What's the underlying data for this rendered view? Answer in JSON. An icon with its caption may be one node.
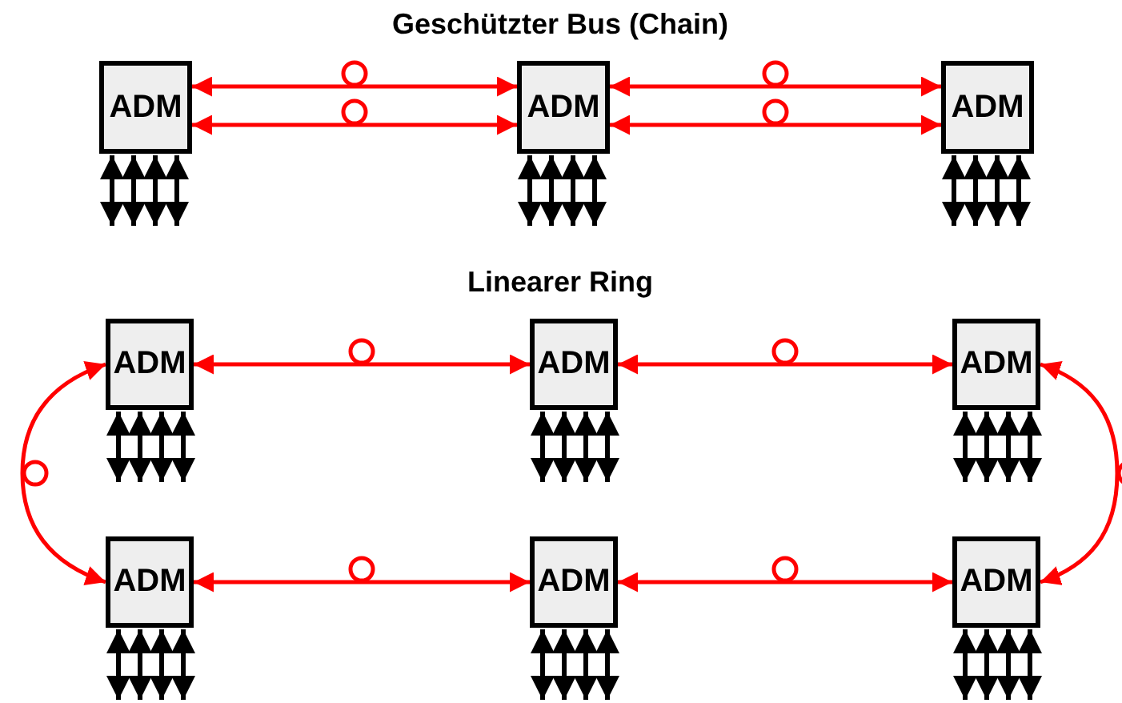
{
  "diagram": {
    "nodes": [
      {
        "text": [
          "ADM"
        ]
      },
      {
        "text": [
          "ADM"
        ]
      },
      {
        "text": [
          "ADM"
        ]
      },
      {
        "text": [
          "ADM"
        ]
      },
      {
        "text": [
          "ADM"
        ]
      },
      {
        "text": [
          "ADM"
        ]
      },
      {
        "text": [
          "ADM"
        ]
      },
      {
        "text": [
          "ADM"
        ]
      },
      {
        "text": [
          "ADM"
        ]
      }
    ],
    "edges": [
      {
        "from": 0,
        "to": 1,
        "arrow": "both",
        "color": "#ff0000"
      },
      {
        "from": 0,
        "to": 1,
        "arrow": "both",
        "color": "#ff0000"
      },
      {
        "from": 1,
        "to": 2,
        "arrow": "both",
        "color": "#ff0000"
      },
      {
        "from": 1,
        "to": 2,
        "arrow": "both",
        "color": "#ff0000"
      },
      {
        "from": 3,
        "to": 4,
        "arrow": "both",
        "color": "#ff0000"
      },
      {
        "from": 4,
        "to": 5,
        "arrow": "both",
        "color": "#ff0000"
      },
      {
        "from": 3,
        "to": 6,
        "arrow": "both",
        "color": "#ff0000"
      },
      {
        "from": 5,
        "to": 8,
        "arrow": "both",
        "color": "#ff0000"
      },
      {
        "from": 6,
        "to": 7,
        "arrow": "both",
        "color": "#ff0000"
      },
      {
        "from": 7,
        "to": 8,
        "arrow": "both",
        "color": "#ff0000"
      },
      {
        "from": 0,
        "to": null,
        "arrow": "both"
      },
      {
        "from": 0,
        "to": null,
        "arrow": "both"
      },
      {
        "from": 0,
        "to": null,
        "arrow": "both"
      },
      {
        "from": 0,
        "to": null,
        "arrow": "both"
      },
      {
        "from": 1,
        "to": null,
        "arrow": "both"
      },
      {
        "from": 1,
        "to": null,
        "arrow": "both"
      },
      {
        "from": 1,
        "to": null,
        "arrow": "both"
      },
      {
        "from": 1,
        "to": null,
        "arrow": "both"
      },
      {
        "from": 2,
        "to": null,
        "arrow": "both"
      },
      {
        "from": 2,
        "to": null,
        "arrow": "both"
      },
      {
        "from": 2,
        "to": null,
        "arrow": "both"
      },
      {
        "from": 2,
        "to": null,
        "arrow": "both"
      },
      {
        "from": 3,
        "to": null,
        "arrow": "both"
      },
      {
        "from": 3,
        "to": null,
        "arrow": "both"
      },
      {
        "from": 3,
        "to": null,
        "arrow": "both"
      },
      {
        "from": 3,
        "to": null,
        "arrow": "both"
      },
      {
        "from": 4,
        "to": null,
        "arrow": "both"
      },
      {
        "from": 4,
        "to": null,
        "arrow": "both"
      },
      {
        "from": 4,
        "to": null,
        "arrow": "both"
      },
      {
        "from": 4,
        "to": null,
        "arrow": "both"
      },
      {
        "from": 5,
        "to": null,
        "arrow": "both"
      },
      {
        "from": 5,
        "to": null,
        "arrow": "both"
      },
      {
        "from": 5,
        "to": null,
        "arrow": "both"
      },
      {
        "from": 5,
        "to": null,
        "arrow": "both"
      },
      {
        "from": 6,
        "to": null,
        "arrow": "both"
      },
      {
        "from": 6,
        "to": null,
        "arrow": "both"
      },
      {
        "from": 6,
        "to": null,
        "arrow": "both"
      },
      {
        "from": 6,
        "to": null,
        "arrow": "both"
      },
      {
        "from": 7,
        "to": null,
        "arrow": "both"
      },
      {
        "from": 7,
        "to": null,
        "arrow": "both"
      },
      {
        "from": 7,
        "to": null,
        "arrow": "both"
      },
      {
        "from": 7,
        "to": null,
        "arrow": "both"
      },
      {
        "from": 8,
        "to": null,
        "arrow": "both"
      },
      {
        "from": 8,
        "to": null,
        "arrow": "both"
      },
      {
        "from": 8,
        "to": null,
        "arrow": "both"
      },
      {
        "from": 8,
        "to": null,
        "arrow": "both"
      }
    ],
    "labels": [
      "Geschützter Bus (Chain)",
      "Linearer Ring"
    ]
  }
}
